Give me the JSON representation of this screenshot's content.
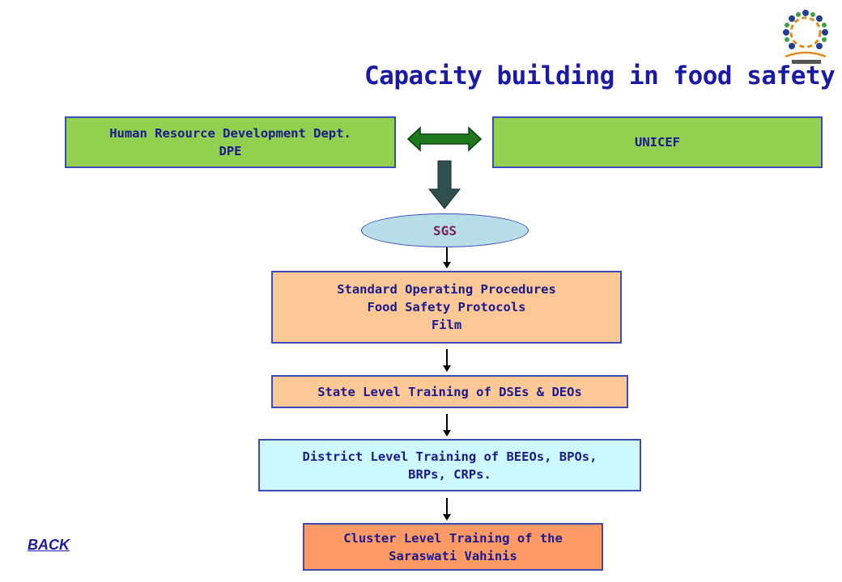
{
  "title": "Capacity building in food safety",
  "nodes": {
    "hrd": "Human Resource Development Dept.\nDPE",
    "unicef": "UNICEF",
    "sgs": "SGS",
    "sop": "Standard Operating Procedures\nFood Safety Protocols\nFilm",
    "state": "State Level Training of DSEs & DEOs",
    "district": "District Level Training of BEEOs, BPOs,\nBRPs, CRPs.",
    "cluster": "Cluster Level Training of the\nSaraswati Vahinis"
  },
  "nav": {
    "back_label": "BACK"
  },
  "colors": {
    "title": "#1a1aa6",
    "green_box": "#92d050",
    "peach_box": "#fcc896",
    "cyan_box": "#ccf8ff",
    "orange_box": "#ff9966",
    "ellipse": "#b7dde8",
    "double_arrow": "#1f7a1f",
    "down_block_arrow": "#2f4f4f"
  },
  "icons": {
    "logo": "community-circle-logo-icon"
  }
}
